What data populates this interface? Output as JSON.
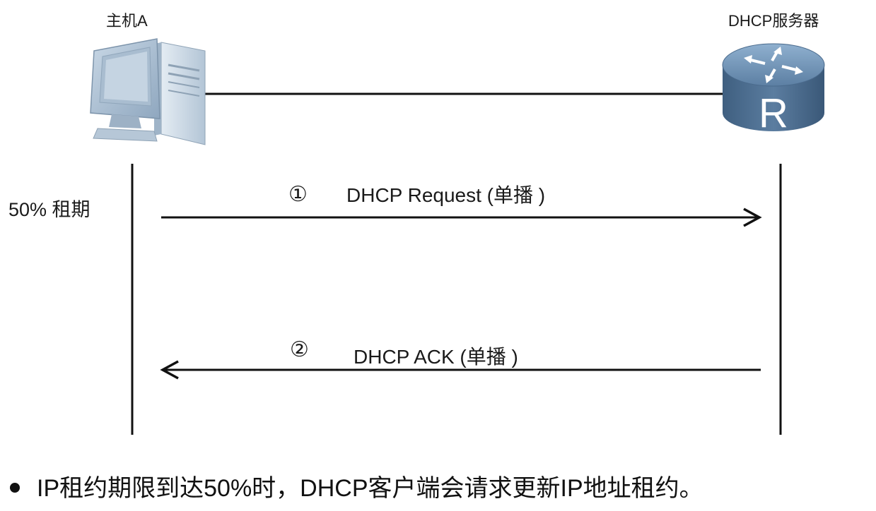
{
  "host": {
    "label": "主机A"
  },
  "server": {
    "label": "DHCP服务器"
  },
  "lease": {
    "label": "50% 租期"
  },
  "messages": [
    {
      "number": "①",
      "text": "DHCP Request (单播 )",
      "direction": "host-to-server"
    },
    {
      "number": "②",
      "text": "DHCP ACK (单播 )",
      "direction": "server-to-host"
    }
  ],
  "bullet": {
    "text": "IP租约期限到达50%时，DHCP客户端会请求更新IP地址租约。"
  },
  "icons": {
    "host": "desktop-computer-icon",
    "server": "router-icon"
  },
  "colors": {
    "line": "#111111",
    "computer": "#a9bdd0",
    "router": "#4b6b8c"
  }
}
